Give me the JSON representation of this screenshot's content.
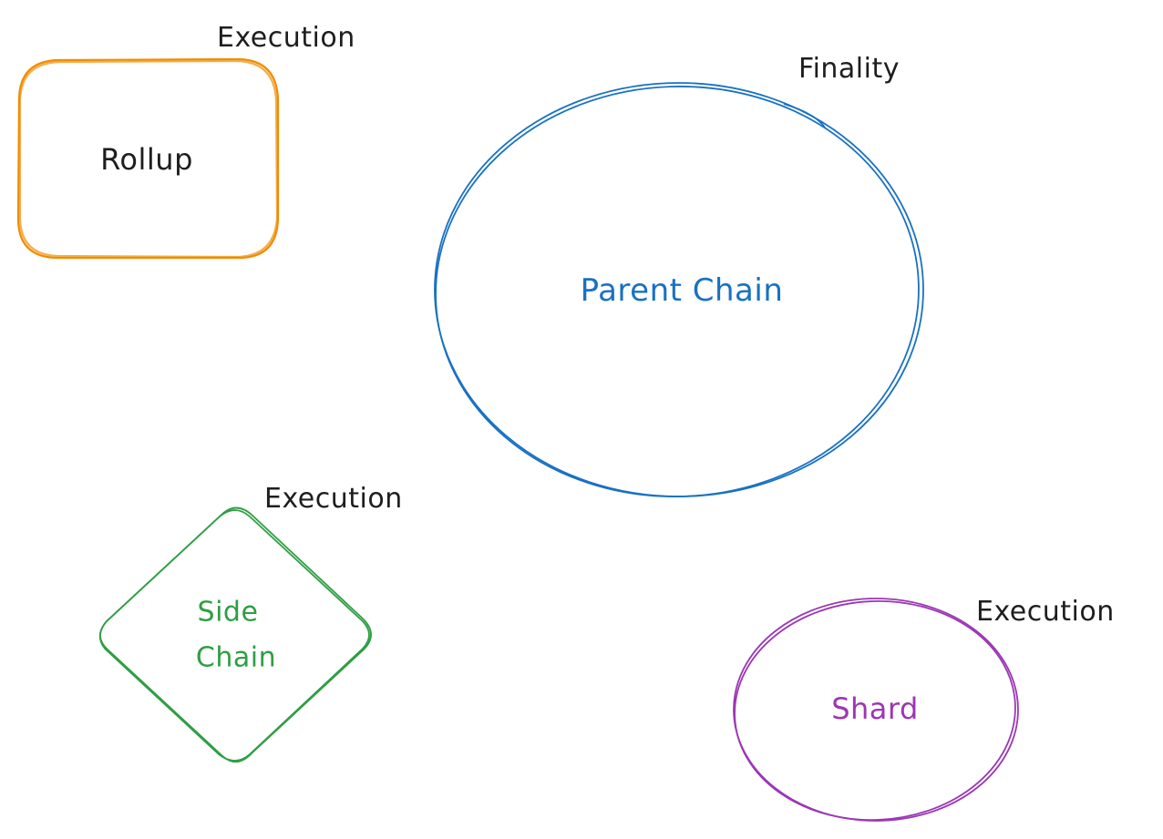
{
  "colors": {
    "rollup": "#f08c00",
    "parent_chain": "#1971c2",
    "side_chain": "#2f9e44",
    "shard": "#9c36b5",
    "annotation": "#1e1e1e"
  },
  "nodes": {
    "rollup": {
      "label": "Rollup",
      "annotation": "Execution",
      "shape": "rounded-rectangle"
    },
    "parent_chain": {
      "label": "Parent Chain",
      "annotation": "Finality",
      "shape": "ellipse"
    },
    "side_chain": {
      "label_line1": "Side",
      "label_line2": "Chain",
      "annotation": "Execution",
      "shape": "diamond"
    },
    "shard": {
      "label": "Shard",
      "annotation": "Execution",
      "shape": "ellipse"
    }
  }
}
